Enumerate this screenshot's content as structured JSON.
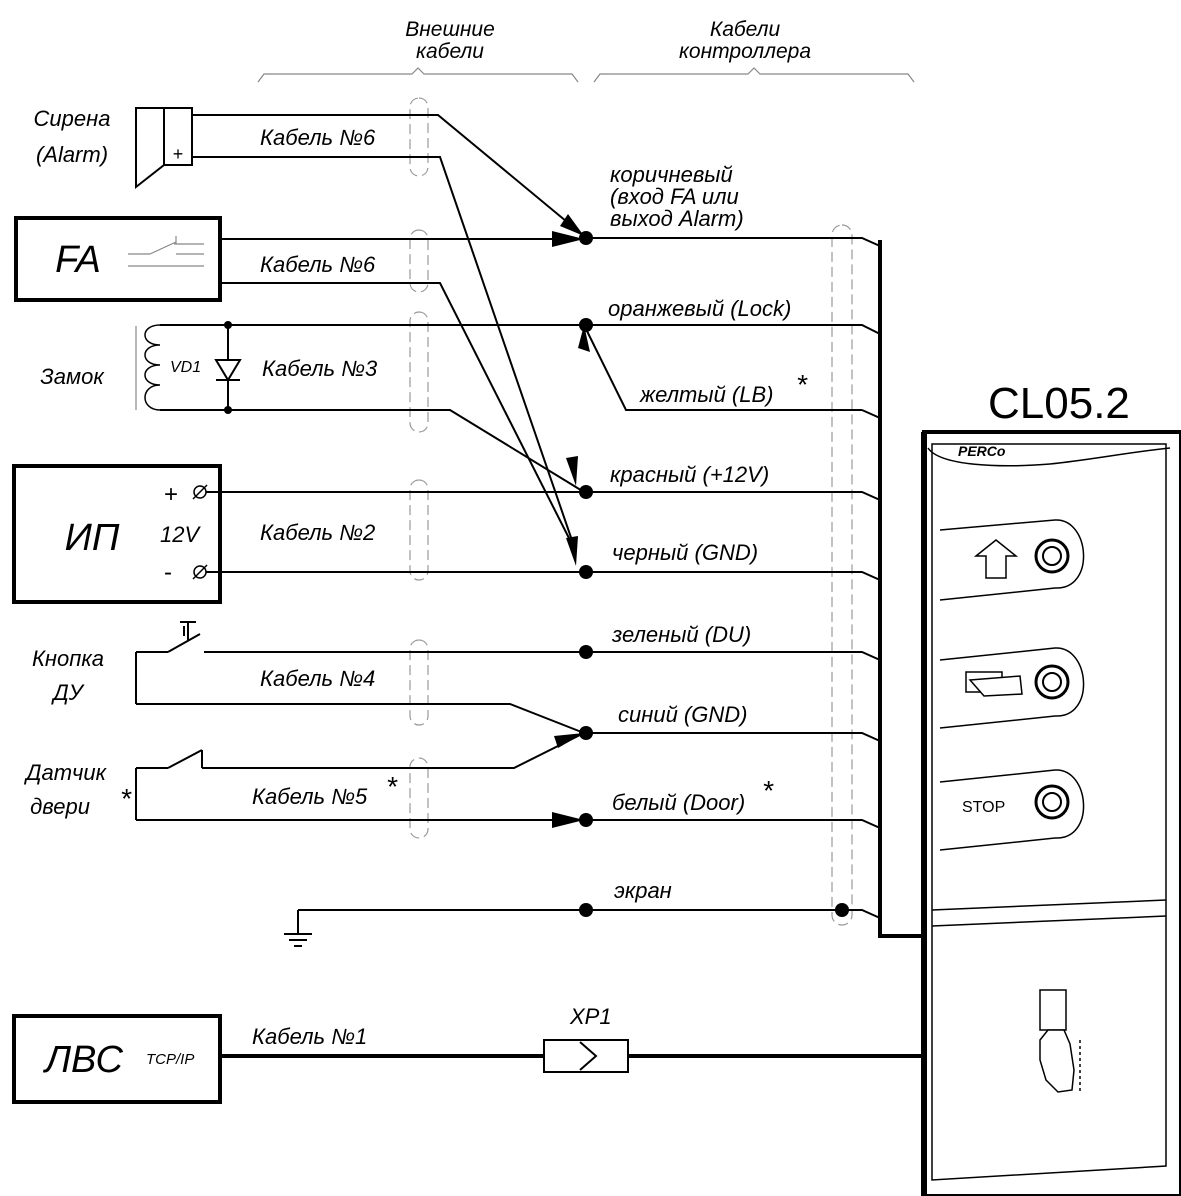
{
  "headers": {
    "external_cables": [
      "Внешние",
      "кабели"
    ],
    "controller_cables": [
      "Кабели",
      "контроллера"
    ]
  },
  "devices": {
    "siren": [
      "Сирена",
      "(Alarm)"
    ],
    "siren_plus": "+",
    "fa": "FA",
    "lock": "Замок",
    "diode": "VD1",
    "psu": "ИП",
    "psu_voltage": "12V",
    "psu_plus": "+",
    "psu_minus": "-",
    "button": [
      "Кнопка",
      "ДУ"
    ],
    "door_sensor": [
      "Датчик",
      "двери"
    ],
    "lan": "ЛВС",
    "lan_protocol": "TCP/IP",
    "controller": "CL05.2"
  },
  "cables": {
    "siren": "Кабель №6",
    "fa": "Кабель №6",
    "lock": "Кабель №3",
    "psu": "Кабель №2",
    "button": "Кабель №4",
    "door": "Кабель №5",
    "lan": "Кабель №1",
    "connector": "XP1"
  },
  "wires": {
    "brown": [
      "коричневый",
      "(вход FA или",
      "выход Alarm)"
    ],
    "orange": "оранжевый (Lock)",
    "yellow": "желтый (LB)",
    "red": "красный (+12V)",
    "black": "черный (GND)",
    "green": "зеленый (DU)",
    "blue": "синий (GND)",
    "white": "белый (Door)",
    "shield": "экран"
  },
  "asterisk": "*",
  "panel": {
    "logo": "PERCo",
    "stop_label": "STOP"
  }
}
